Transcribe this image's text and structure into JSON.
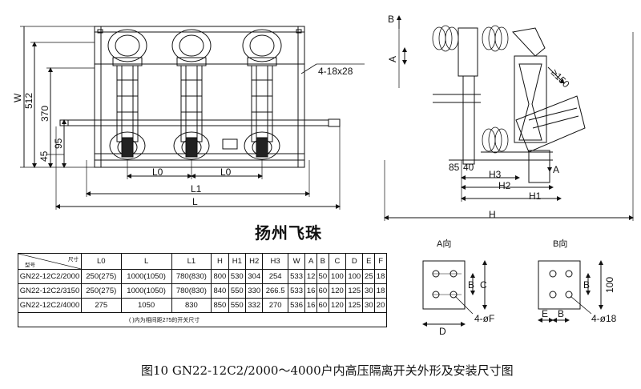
{
  "brand_text": "扬州飞珠",
  "caption": "图10   GN22-12C2/2000～4000户内高压隔离开关外形及安装尺寸图",
  "front_view": {
    "dims": {
      "w": "W",
      "d512": "512",
      "d370": "370",
      "d95": "95",
      "d45": "45",
      "hole_note": "4-18x28",
      "l0_a": "L0",
      "l0_b": "L0",
      "l1": "L1",
      "l": "L"
    }
  },
  "side_view": {
    "dims": {
      "b": "B",
      "a": "A",
      "r150": "≥150",
      "d85": "85",
      "d40": "40",
      "h3": "H3",
      "h2": "H2",
      "h1": "H1",
      "h": "H",
      "a_arrow": "A"
    }
  },
  "view_a": {
    "title": "A向",
    "b": "B",
    "c": "C",
    "d": "D",
    "holes": "4-øF"
  },
  "view_b": {
    "title": "B向",
    "b": "B",
    "d100": "100",
    "e": "E",
    "b2": "B",
    "holes": "4-ø18"
  },
  "table": {
    "header_corner_top": "尺寸",
    "header_corner_bottom": "型号",
    "columns": [
      "L0",
      "L",
      "L1",
      "H",
      "H1",
      "H2",
      "H3",
      "W",
      "A",
      "B",
      "C",
      "D",
      "E",
      "F"
    ],
    "rows": [
      [
        "GN22-12C2/2000",
        "250(275)",
        "1000(1050)",
        "780(830)",
        "800",
        "530",
        "304",
        "254",
        "533",
        "12",
        "50",
        "100",
        "100",
        "25",
        "18"
      ],
      [
        "GN22-12C2/3150",
        "250(275)",
        "1000(1050)",
        "780(830)",
        "840",
        "550",
        "330",
        "266.5",
        "533",
        "16",
        "60",
        "120",
        "125",
        "30",
        "18"
      ],
      [
        "GN22-12C2/4000",
        "275",
        "1050",
        "830",
        "850",
        "550",
        "332",
        "270",
        "536",
        "16",
        "60",
        "120",
        "125",
        "30",
        "20"
      ]
    ],
    "note": "( )内为相间距275的开关尺寸"
  }
}
